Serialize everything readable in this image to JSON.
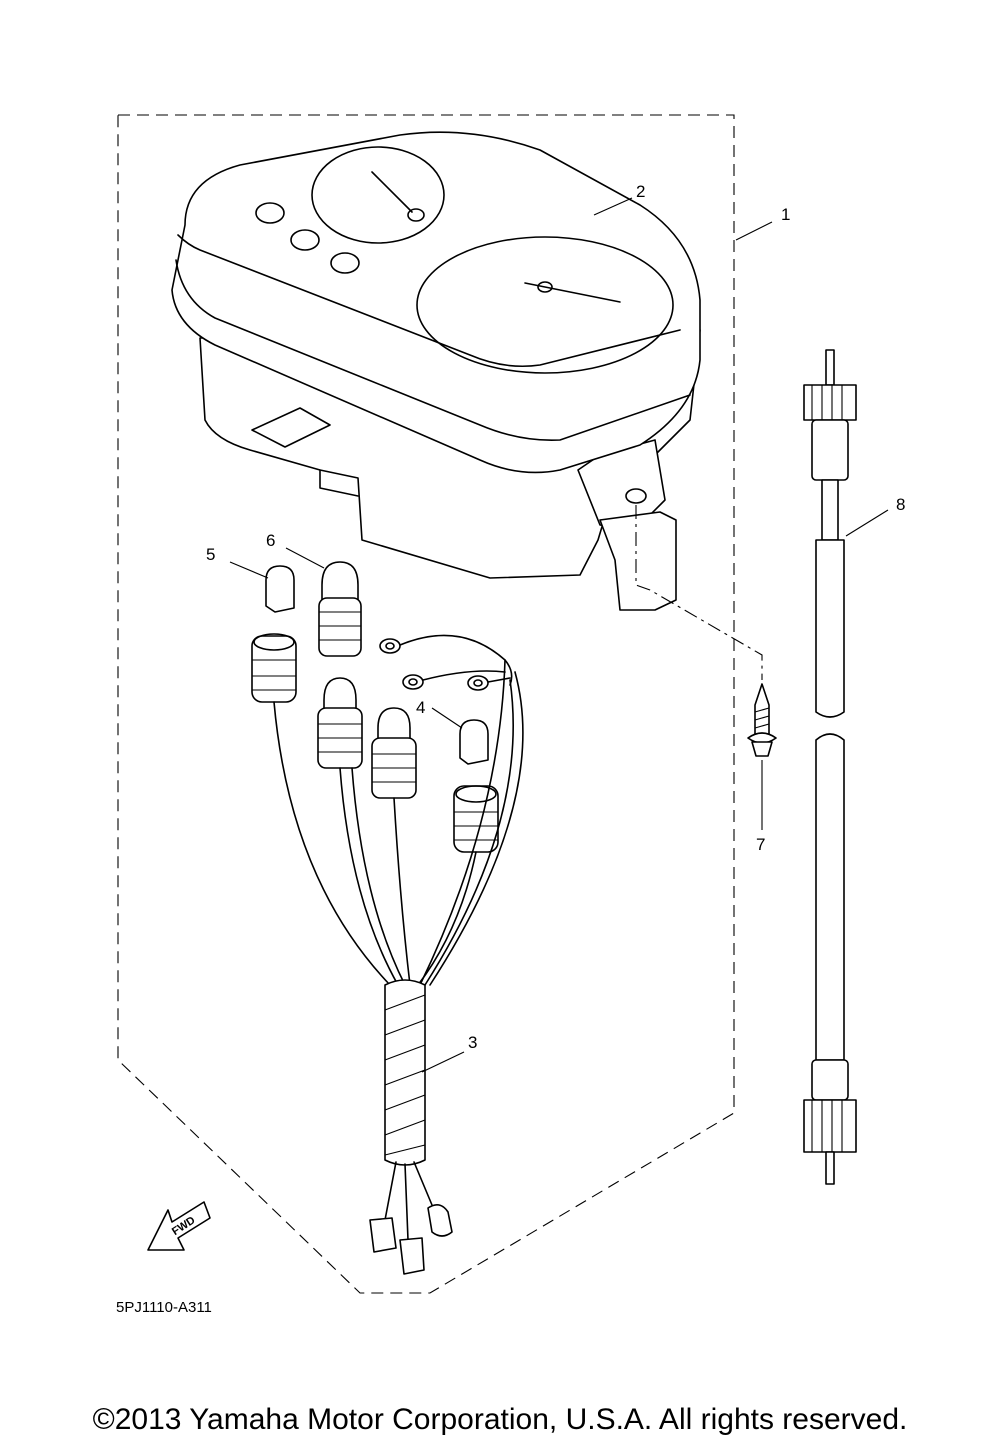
{
  "callouts": {
    "c1": "1",
    "c2": "2",
    "c3": "3",
    "c4": "4",
    "c5": "5",
    "c6": "6",
    "c7": "7",
    "c8": "8"
  },
  "fwd_label": "FWD",
  "diagram_code": "5PJ1110-A311",
  "copyright": "©2013 Yamaha Motor Corporation, U.S.A. All rights reserved."
}
